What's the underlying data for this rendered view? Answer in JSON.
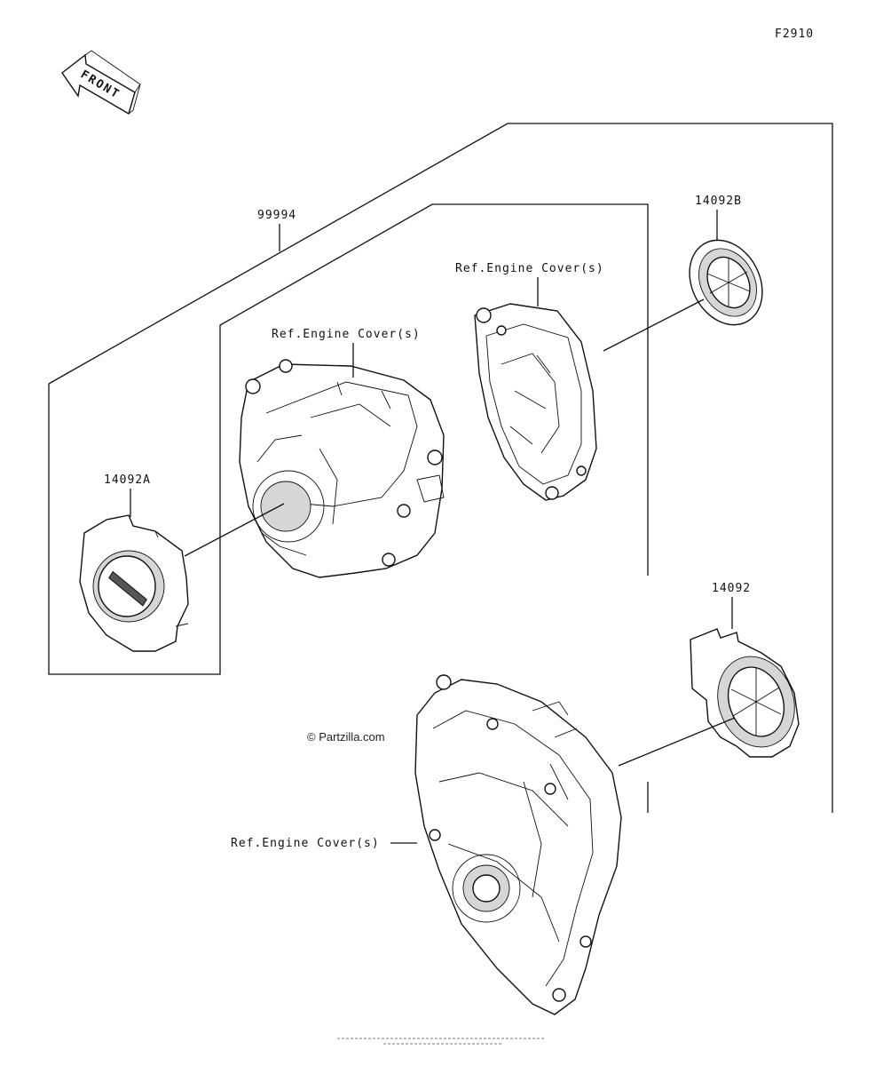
{
  "figure_code": "F2910",
  "front_label": "FRONT",
  "watermark": "© Partzilla.com",
  "labels": {
    "kit": "99994",
    "part_14092A": "14092A",
    "part_14092B": "14092B",
    "part_14092": "14092",
    "ref_engine_cover_1": "Ref.Engine Cover(s)",
    "ref_engine_cover_2": "Ref.Engine Cover(s)",
    "ref_engine_cover_3": "Ref.Engine Cover(s)"
  }
}
